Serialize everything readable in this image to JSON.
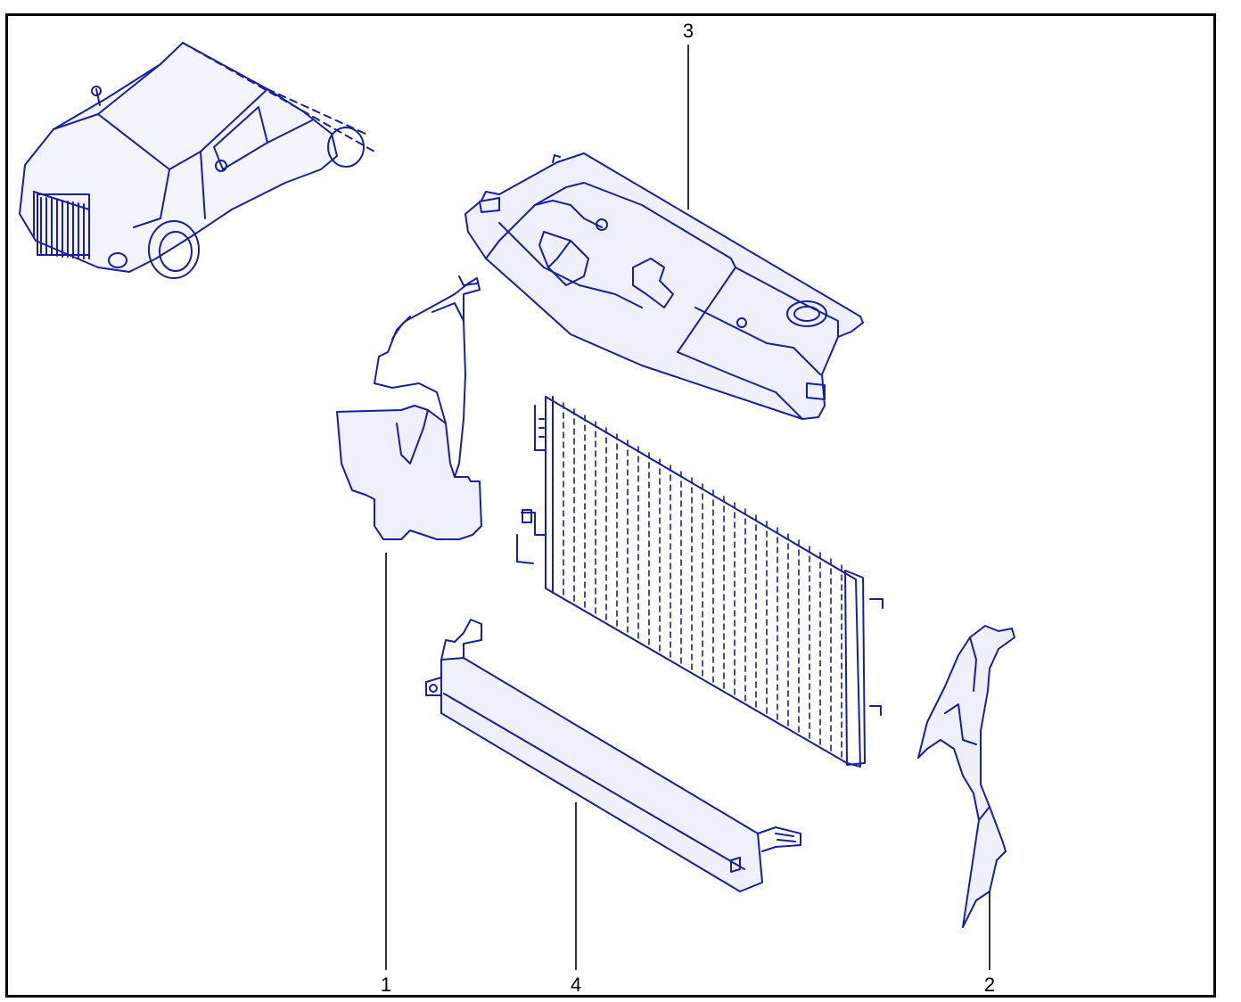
{
  "diagram": {
    "line_color": "#1a1f9e",
    "fill_color": "#eef0fb",
    "leader_color": "#000000",
    "callouts": [
      {
        "label": "1",
        "part": "left-air-deflector"
      },
      {
        "label": "2",
        "part": "right-air-deflector"
      },
      {
        "label": "3",
        "part": "upper-air-guide"
      },
      {
        "label": "4",
        "part": "lower-air-guide"
      }
    ],
    "icons": [
      "car-icon"
    ]
  }
}
